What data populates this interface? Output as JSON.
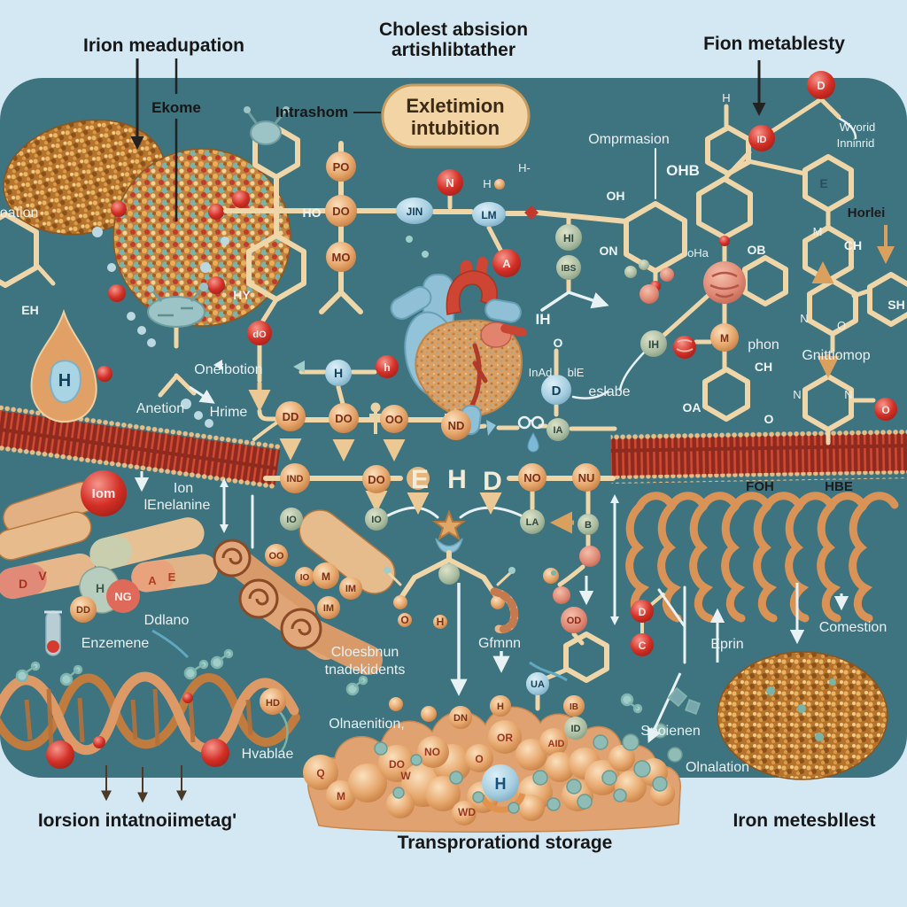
{
  "colors": {
    "outer_bg": "#d4e8f4",
    "panel_bg": "#3e7380",
    "bond": "#efd6a9",
    "badge_bg": "#f3d5a5",
    "badge_border": "#c99a5e",
    "sphere_orange": "#e7a96f",
    "sphere_red": "#d32f26",
    "sphere_sage": "#a9bba0",
    "sphere_blue": "#a4cde0",
    "membrane_red": "#8e2a1e",
    "membrane_stripe": "#d24a34",
    "membrane_bead": "#e6bd85",
    "coil_orange": "#da9357",
    "label_dark": "#171717",
    "label_light": "#e8f1f3",
    "heart_tan": "#d9a066",
    "heart_red": "#ce4534",
    "heart_blue": "#8fc0d6"
  },
  "labels": {
    "iron_meta_top": "Irion meadupation",
    "cholest1": "Cholest absision",
    "cholest2": "artishlibtather",
    "fion": "Fion metablesty",
    "ekome": "Ekome",
    "intrashom": "Intrashom",
    "omprmasion": "Omprmasion",
    "ohb": "OHB",
    "h_minus": "H-",
    "oh": "OH",
    "on": "ON",
    "oha": "oHa",
    "ob": "OB",
    "h_top": "H",
    "h_aorta": "H",
    "wvorid1": "Wvorid",
    "wvorid2": "Inninrid",
    "horlei": "Horlei",
    "m_junction": "M",
    "e_ring": "E",
    "ch_right": "CH",
    "sh": "SH",
    "n_ring_l": "N",
    "o_ring_r": "O",
    "gnittiomop": "Gnittiomop",
    "n_h7_l": "N",
    "n_h7_r": "N",
    "o_h7": "O",
    "phon": "phon",
    "ch_mid": "CH",
    "oa": "OA",
    "eslabe": "eslabe",
    "ih": "IH",
    "o_above_d": "O",
    "inad": "InAd",
    "ble": "blE",
    "ho": "HO",
    "eh": "EH",
    "amasoation": "amasoation",
    "hy": "HY",
    "oneibotion": "Oneibotion",
    "anetion": "Anetion",
    "hrime": "Hrime",
    "ion1": "Ion",
    "ion2": "lEnelanine",
    "foh": "FOH",
    "hbe": "HBE",
    "e_big": "E",
    "h_big": "H",
    "d_big": "D",
    "ddlano": "Ddlano",
    "enzemene": "Enzemene",
    "cloes1": "Cloesbnun",
    "cloes2": "tnadekidents",
    "olnaenition": "Olnaenition,",
    "gfmnn": "Gfmnn",
    "spoienen": "Spoienen",
    "olnalation": "Olnalation",
    "eprin": "Eprin",
    "comestion": "Comestion",
    "hvablae": "Hvablae",
    "iorsion": "Iorsion intatnoiimetag'",
    "transp": "Transprorationd storage",
    "iron_meta_bottom": "Iron metesbllest"
  },
  "badge": {
    "line1": "Exletimion",
    "line2": "intubition"
  },
  "spheres": {
    "po": "PO",
    "doa": "DO",
    "mo": "MO",
    "jin": "JIN",
    "nred": "N",
    "lm": "LM",
    "ared": "A",
    "hi": "HI",
    "ibs": "IBS",
    "dored": "dO",
    "hblue": "H",
    "hred": "h",
    "dblue": "D",
    "ia": "IA",
    "dd1": "DD",
    "do2": "DO",
    "oo": "OO",
    "ndb": "ND",
    "indc": "IND",
    "doc": "DO",
    "noc": "NO",
    "nuc": "NU",
    "io1": "IO",
    "io2": "IO",
    "la": "LA",
    "bs": "B",
    "od": "OD",
    "mi": "M",
    "ihs": "IH",
    "dtr": "D",
    "idtr": "ID",
    "ored": "O",
    "ua": "UA",
    "ib": "IB",
    "idf": "ID",
    "dr": "D",
    "cr": "C",
    "hd": "HD",
    "iom": "Iom",
    "ng": "NG",
    "dds": "DD",
    "oot": "OO",
    "iot": "IO",
    "mcap": "M",
    "im1": "IM",
    "im2": "IM",
    "dpill": "D",
    "vpill": "V",
    "hcap": "H",
    "apill": "A",
    "epill": "E",
    "dn": "DN",
    "hf": "H",
    "qc": "Q",
    "mc": "M",
    "docl": "DO",
    "nocl": "NO",
    "wcl": "W",
    "orcl": "OR",
    "ocl": "O",
    "aid": "AID",
    "hcl": "H",
    "wd": "WD",
    "hdrop": "H",
    "smallo": "O",
    "smallh": "H"
  }
}
